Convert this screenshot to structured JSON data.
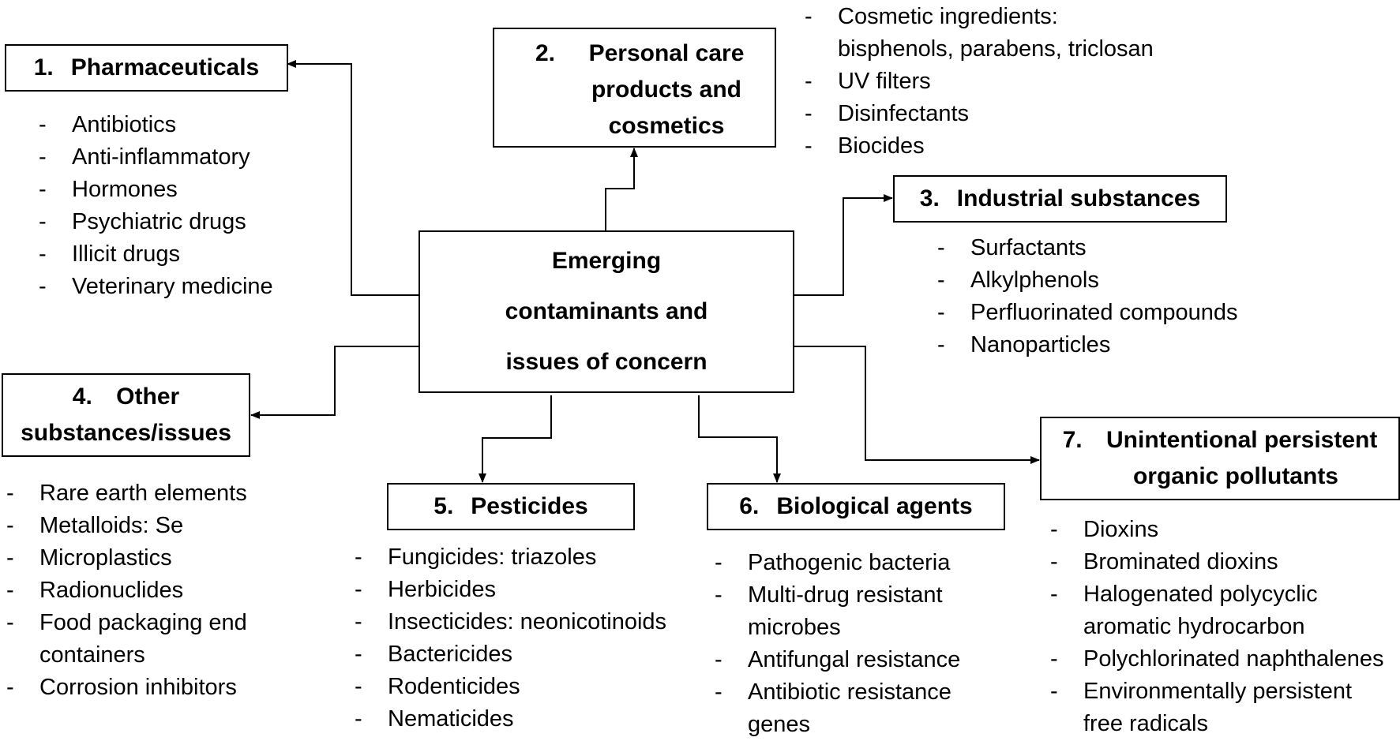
{
  "center": {
    "lines": [
      "Emerging",
      "contaminants and",
      "issues of concern"
    ]
  },
  "categories": [
    {
      "number": "1.",
      "title": "Pharmaceuticals",
      "items": [
        "Antibiotics",
        "Anti-inflammatory",
        "Hormones",
        "Psychiatric drugs",
        "Illicit drugs",
        "Veterinary medicine"
      ]
    },
    {
      "number": "2.",
      "title_lines": [
        "Personal care",
        "products and",
        "cosmetics"
      ],
      "items": [
        "Cosmetic ingredients:",
        "bisphenols, parabens, triclosan",
        "UV filters",
        "Disinfectants",
        "Biocides"
      ]
    },
    {
      "number": "3.",
      "title": "Industrial substances",
      "items": [
        "Surfactants",
        "Alkylphenols",
        "Perfluorinated compounds",
        "Nanoparticles"
      ]
    },
    {
      "number": "4.",
      "title_lines": [
        "Other",
        "substances/issues"
      ],
      "items": [
        "Rare earth elements",
        "Metalloids: Se",
        "Microplastics",
        "Radionuclides",
        "Food packaging end",
        "containers",
        "Corrosion inhibitors"
      ]
    },
    {
      "number": "5.",
      "title": "Pesticides",
      "items": [
        "Fungicides: triazoles",
        "Herbicides",
        "Insecticides: neonicotinoids",
        "Bactericides",
        "Rodenticides",
        "Nematicides"
      ]
    },
    {
      "number": "6.",
      "title": "Biological agents",
      "items": [
        "Pathogenic bacteria",
        "Multi-drug resistant",
        "microbes",
        "Antifungal resistance",
        "Antibiotic resistance",
        "genes"
      ]
    },
    {
      "number": "7.",
      "title_lines": [
        "Unintentional persistent",
        "organic pollutants"
      ],
      "items": [
        "Dioxins",
        "Brominated dioxins",
        "Halogenated polycyclic",
        "aromatic hydrocarbon",
        "Polychlorinated naphthalenes",
        "Environmentally persistent",
        "free radicals"
      ]
    }
  ]
}
